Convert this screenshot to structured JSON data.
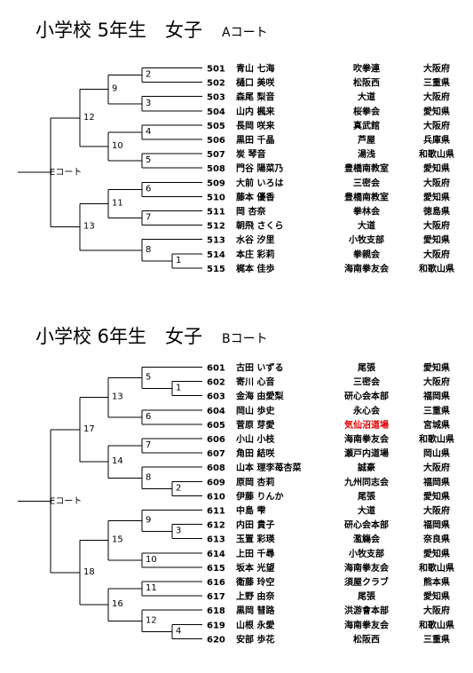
{
  "sections": [
    {
      "title": "小学校 5年生　女子",
      "court": "Aコート",
      "root_label": "Eコート",
      "entries": [
        {
          "no": "501",
          "name": "青山 七海",
          "club": "吹拳連",
          "pref": "大阪府"
        },
        {
          "no": "502",
          "name": "樋口 美咲",
          "club": "松阪西",
          "pref": "三重県"
        },
        {
          "no": "503",
          "name": "森尾 梨音",
          "club": "大道",
          "pref": "大阪府"
        },
        {
          "no": "504",
          "name": "山内 楓来",
          "club": "桜拳会",
          "pref": "愛知県"
        },
        {
          "no": "505",
          "name": "長岡 咲来",
          "club": "真武館",
          "pref": "大阪府"
        },
        {
          "no": "506",
          "name": "黒田 千晶",
          "club": "芦屋",
          "pref": "兵庫県"
        },
        {
          "no": "507",
          "name": "炭 琴音",
          "club": "湯浅",
          "pref": "和歌山県"
        },
        {
          "no": "508",
          "name": "門谷 陽菜乃",
          "club": "豊橋南教室",
          "pref": "愛知県"
        },
        {
          "no": "509",
          "name": "大前 いろは",
          "club": "三密会",
          "pref": "大阪府"
        },
        {
          "no": "510",
          "name": "藤本 優香",
          "club": "豊橋南教室",
          "pref": "愛知県"
        },
        {
          "no": "511",
          "name": "岡 杏奈",
          "club": "拳林会",
          "pref": "徳島県"
        },
        {
          "no": "512",
          "name": "朝飛 さくら",
          "club": "大道",
          "pref": "大阪府"
        },
        {
          "no": "513",
          "name": "水谷 汐里",
          "club": "小牧支部",
          "pref": "愛知県"
        },
        {
          "no": "514",
          "name": "本庄 彩莉",
          "club": "拳親会",
          "pref": "大阪府"
        },
        {
          "no": "515",
          "name": "梶本 佳歩",
          "club": "海南拳友会",
          "pref": "和歌山県"
        }
      ],
      "match_labels": [
        "1",
        "2",
        "3",
        "4",
        "5",
        "6",
        "7",
        "8",
        "9",
        "10",
        "11",
        "12",
        "13"
      ]
    },
    {
      "title": "小学校 6年生　女子",
      "court": "Bコート",
      "root_label": "Eコート",
      "entries": [
        {
          "no": "601",
          "name": "古田 いずる",
          "club": "尾張",
          "pref": "愛知県"
        },
        {
          "no": "602",
          "name": "寄川 心音",
          "club": "三密会",
          "pref": "大阪府"
        },
        {
          "no": "603",
          "name": "金海 由愛梨",
          "club": "研心会本部",
          "pref": "福岡県"
        },
        {
          "no": "604",
          "name": "岡山 歩史",
          "club": "永心会",
          "pref": "三重県"
        },
        {
          "no": "605",
          "name": "菅原 芽愛",
          "club": "気仙沼道場",
          "pref": "宮城県"
        },
        {
          "no": "606",
          "name": "小山 小枝",
          "club": "海南拳友会",
          "pref": "和歌山県"
        },
        {
          "no": "607",
          "name": "角田 結咲",
          "club": "瀬戸内道場",
          "pref": "岡山県"
        },
        {
          "no": "608",
          "name": "山本 理李苺杏菜",
          "club": "誠豪",
          "pref": "大阪府"
        },
        {
          "no": "609",
          "name": "原岡 杏莉",
          "club": "九州同志会",
          "pref": "福岡県"
        },
        {
          "no": "610",
          "name": "伊藤 りんか",
          "club": "尾張",
          "pref": "愛知県"
        },
        {
          "no": "611",
          "name": "中島 雫",
          "club": "大道",
          "pref": "大阪府"
        },
        {
          "no": "612",
          "name": "内田 貴子",
          "club": "研心会本部",
          "pref": "福岡県"
        },
        {
          "no": "613",
          "name": "玉置 彩瑛",
          "club": "濫觴会",
          "pref": "奈良県"
        },
        {
          "no": "614",
          "name": "上田 千尋",
          "club": "小牧支部",
          "pref": "愛知県"
        },
        {
          "no": "615",
          "name": "坂本 光望",
          "club": "海南拳友会",
          "pref": "和歌山県"
        },
        {
          "no": "616",
          "name": "衛藤 玲空",
          "club": "須屋クラブ",
          "pref": "熊本県"
        },
        {
          "no": "617",
          "name": "上野 由奈",
          "club": "尾張",
          "pref": "愛知県"
        },
        {
          "no": "618",
          "name": "黒岡 彗路",
          "club": "洪游會本部",
          "pref": "大阪府"
        },
        {
          "no": "619",
          "name": "山根 永愛",
          "club": "海南拳友会",
          "pref": "和歌山県"
        },
        {
          "no": "620",
          "name": "安部 歩花",
          "club": "松阪西",
          "pref": "三重県"
        }
      ],
      "match_labels": [
        "1",
        "2",
        "3",
        "4",
        "5",
        "6",
        "7",
        "8",
        "9",
        "10",
        "11",
        "12",
        "13",
        "14",
        "15",
        "16",
        "17",
        "18"
      ]
    }
  ],
  "colors": {
    "highlight_club": "#e00000",
    "line": "#000000"
  }
}
